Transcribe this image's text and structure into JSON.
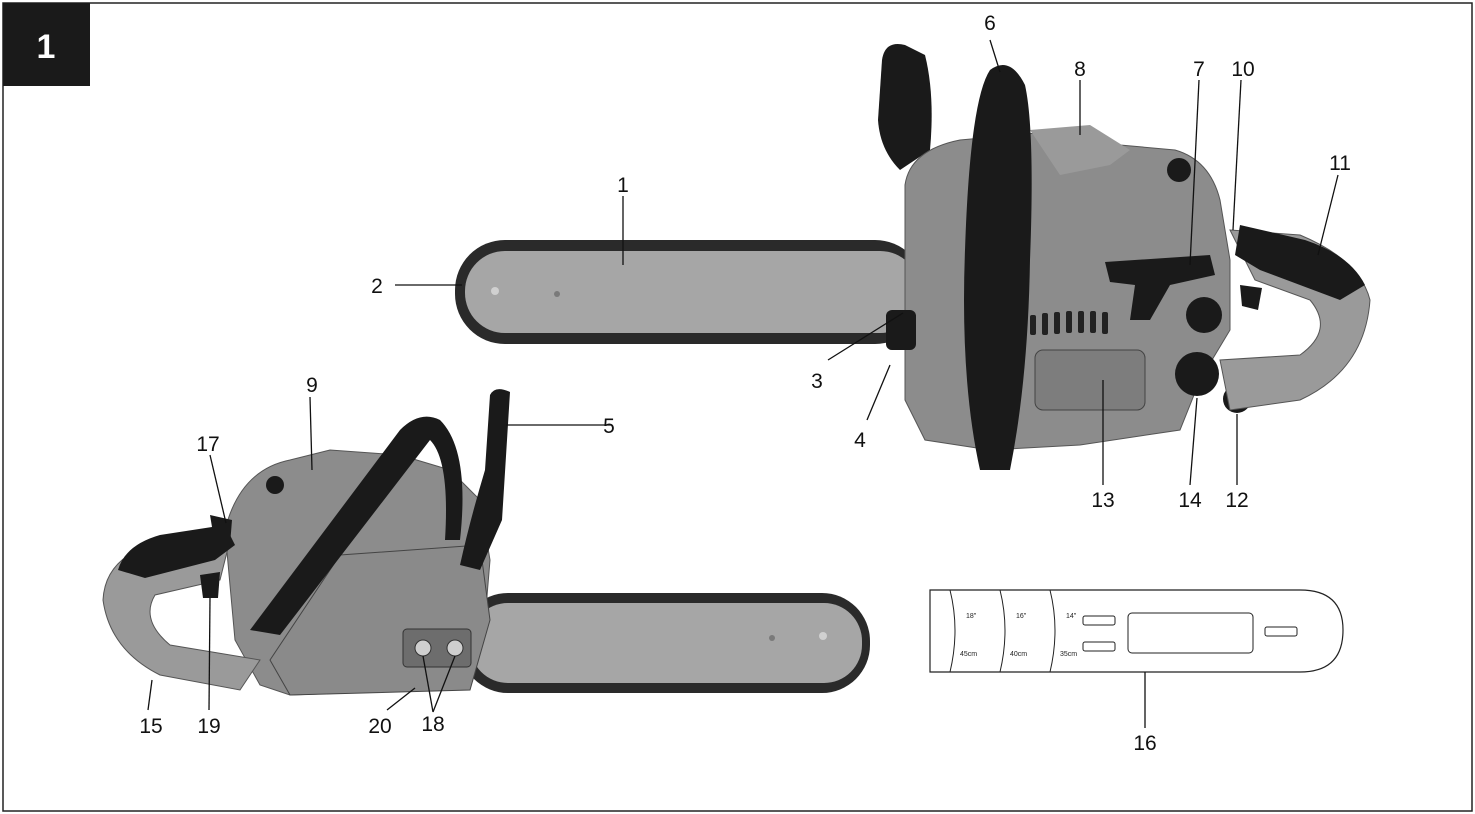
{
  "figure": {
    "number": "1"
  },
  "callouts": {
    "c1": "1",
    "c2": "2",
    "c3": "3",
    "c4": "4",
    "c5": "5",
    "c6": "6",
    "c7": "7",
    "c8": "8",
    "c9": "9",
    "c10": "10",
    "c11": "11",
    "c12": "12",
    "c13": "13",
    "c14": "14",
    "c15": "15",
    "c16": "16",
    "c17": "17",
    "c18": "18",
    "c19": "19",
    "c20": "20"
  },
  "bar_guide": {
    "lengths_in": [
      "18\"",
      "16\"",
      "14\""
    ],
    "lengths_cm": [
      "45cm",
      "40cm",
      "35cm"
    ]
  },
  "colors": {
    "body_grey": "#8c8c8c",
    "bar_grey": "#a6a6a6",
    "handle_black": "#1a1a1a",
    "badge_black": "#1a1a1a"
  }
}
